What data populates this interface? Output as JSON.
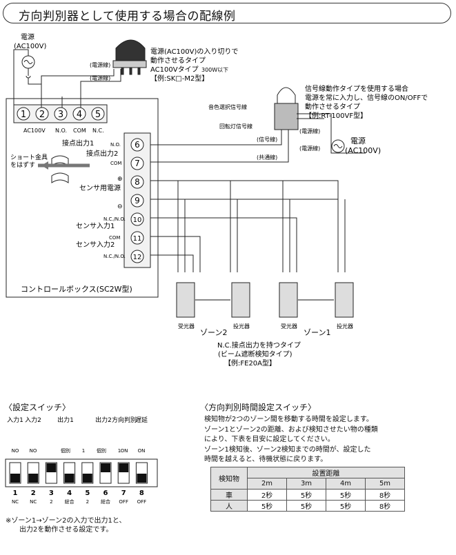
{
  "title": "方向判別器として使用する場合の配線例",
  "wiring": {
    "left_power_label": "電源",
    "left_power_voltage": "(AC100V)",
    "upper_lamp_desc": [
      "電源(AC100V)の入り切りで",
      "動作させるタイプ",
      "AC100Vタイプ",
      "300W以下",
      "【例:SK□-M2型】"
    ],
    "power_line_label": "(電源線)",
    "terminal_block_top": [
      "1",
      "2",
      "3",
      "4",
      "5"
    ],
    "terminal_top_labels": [
      "AC100V",
      "N.O.",
      "COM",
      "N.C."
    ],
    "contact_output1": "接点出力1",
    "contact_output2": "接点出力2",
    "short_fitting": [
      "ショート金具",
      "をはずす"
    ],
    "sensor_power": "センサ用電源",
    "terminal_side": [
      "6",
      "7",
      "8",
      "9",
      "10",
      "11",
      "12"
    ],
    "side_labels": [
      "N.O.",
      "COM",
      "N.C./N.O.",
      "COM",
      "N.C./N.O."
    ],
    "sensor_input1": "センサ入力1",
    "sensor_input2": "センサ入力2",
    "control_box_label": "コントロールボックス(SC2W型)",
    "right_lamp_desc": [
      "信号線動作タイプを使用する場合",
      "電源を常に入力し、信号線のON/OFFで",
      "動作させるタイプ",
      "【例:RT-100VF型】"
    ],
    "color_select_line": "音色選択信号線",
    "rotating_lamp_line": "回転灯信号線",
    "signal_line": "(信号線)",
    "common_line": "(共通線)",
    "right_power_label": "電源",
    "right_power_voltage": "(AC100V)",
    "receiver": "受光器",
    "transmitter": "投光器",
    "zone2": "ゾーン2",
    "zone1": "ゾーン1",
    "sensor_type": [
      "N.C.接点出力を持つタイプ",
      "(ビーム遮断検知タイプ)",
      "【例:FE20A型】"
    ],
    "plus_sign": "⊕",
    "minus_sign": "⊖"
  },
  "settings_switch": {
    "title": "〈設定スイッチ〉",
    "top_labels": [
      "入力1",
      "入力2",
      "出力1",
      "出力2",
      "方向判別",
      "遅延"
    ],
    "sub_labels": [
      "個別",
      "1",
      "個別",
      "1"
    ],
    "on_labels": [
      "NO",
      "NO",
      "ON",
      "ON"
    ],
    "numbers": [
      "1",
      "2",
      "3",
      "4",
      "5",
      "6",
      "7",
      "8"
    ],
    "bottom_labels": [
      "NC",
      "NC",
      "2",
      "総合",
      "2",
      "総合",
      "OFF",
      "OFF"
    ],
    "switch_down": [
      true,
      true,
      false,
      true,
      true,
      false,
      false,
      true
    ],
    "note": [
      "※ゾーン1→ゾーン2の入力で出力1と、",
      "出力2を動作させる設定です。"
    ]
  },
  "time_switch": {
    "title": "〈方向判別時間設定スイッチ〉",
    "description": [
      "検知物が2つのゾーン間を移動する時間を設定します。",
      "ゾーン1とゾーン2の距離、および検知させたい物の種類",
      "により、下表を目安に設定してください。",
      "ゾーン1検知後、ゾーン2検知までの時間が、設定した",
      "時間を越えると、待機状態に戻ります。"
    ],
    "table": {
      "row_header": "検知物",
      "group_header": "設置距離",
      "columns": [
        "2m",
        "3m",
        "4m",
        "5m"
      ],
      "rows": [
        {
          "label": "車",
          "values": [
            "2秒",
            "5秒",
            "5秒",
            "8秒"
          ]
        },
        {
          "label": "人",
          "values": [
            "5秒",
            "5秒",
            "5秒",
            "8秒"
          ]
        }
      ]
    }
  }
}
